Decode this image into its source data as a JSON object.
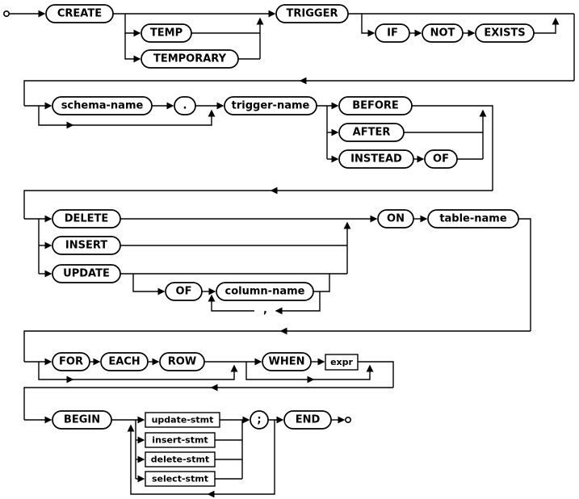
{
  "diagram": {
    "colors": {
      "stroke": "#000000",
      "background": "#ffffff"
    },
    "nodes": {
      "create": "CREATE",
      "temp": "TEMP",
      "temporary": "TEMPORARY",
      "trigger": "TRIGGER",
      "if_kw": "IF",
      "not_kw": "NOT",
      "exists_kw": "EXISTS",
      "schema_name": "schema-name",
      "dot": ".",
      "trigger_name": "trigger-name",
      "before": "BEFORE",
      "after": "AFTER",
      "instead": "INSTEAD",
      "of1": "OF",
      "delete_kw": "DELETE",
      "insert_kw": "INSERT",
      "update_kw": "UPDATE",
      "of2": "OF",
      "column_name": "column-name",
      "comma": ",",
      "on_kw": "ON",
      "table_name": "table-name",
      "for_kw": "FOR",
      "each_kw": "EACH",
      "row_kw": "ROW",
      "when_kw": "WHEN",
      "expr_ref": "expr",
      "begin_kw": "BEGIN",
      "update_stmt": "update-stmt",
      "insert_stmt": "insert-stmt",
      "delete_stmt": "delete-stmt",
      "select_stmt": "select-stmt",
      "semicolon": ";",
      "end_kw": "END"
    }
  }
}
